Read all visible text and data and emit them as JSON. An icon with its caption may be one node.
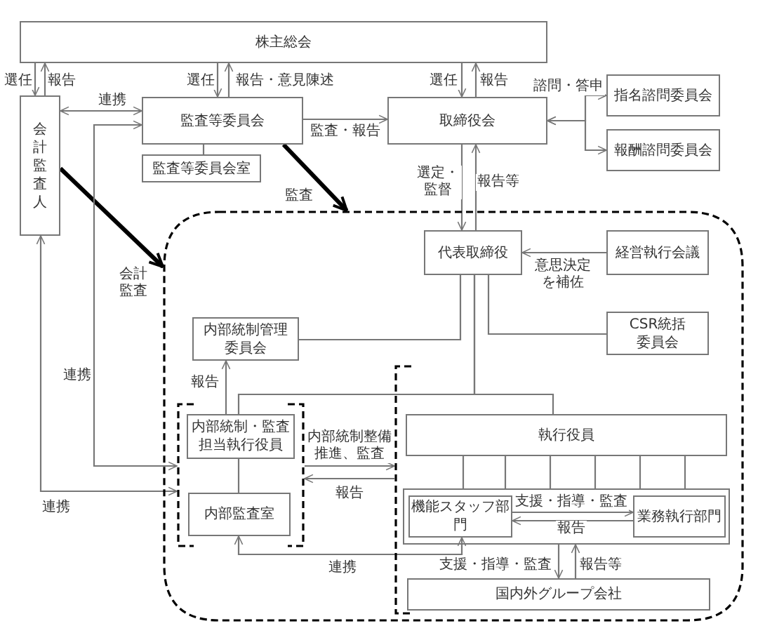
{
  "diagram": {
    "nodes": [
      {
        "text": [
          "株主総会"
        ]
      },
      {
        "text": [
          "会計監査人"
        ]
      },
      {
        "text": [
          "監査等委員会"
        ]
      },
      {
        "text": [
          "監査等委員会室"
        ]
      },
      {
        "text": [
          "取締役会"
        ]
      },
      {
        "text": [
          "指名諮問委員会"
        ]
      },
      {
        "text": [
          "報酬諮問委員会"
        ]
      },
      {
        "text": [],
        "shape": "box"
      },
      {
        "text": [
          "代表取締役"
        ],
        "in": 7
      },
      {
        "text": [
          "経営執行会議"
        ],
        "in": 7
      },
      {
        "text": [
          "CSR統括委員会"
        ],
        "in": 7
      },
      {
        "text": [
          "内部統制管理委員会"
        ],
        "in": 7
      },
      {
        "text": [],
        "shape": "bracket",
        "in": 7
      },
      {
        "text": [
          "内部統制・監査担当執行役員"
        ],
        "in": 12
      },
      {
        "text": [
          "内部監査室"
        ],
        "in": 12
      },
      {
        "text": [],
        "shape": "bracket",
        "in": 7
      },
      {
        "text": [
          "執行役員"
        ],
        "in": 15
      },
      {
        "text": [],
        "shape": "box",
        "in": 15
      },
      {
        "text": [
          "機能スタッフ部門"
        ],
        "in": 17
      },
      {
        "text": [
          "業務執行部門"
        ],
        "in": 17
      },
      {
        "text": [
          "国内外グループ会社"
        ],
        "in": 15
      }
    ],
    "edges": [
      {
        "from": 0,
        "to": 1,
        "arrow": "to",
        "label": "選任"
      },
      {
        "from": 1,
        "to": 0,
        "arrow": "to",
        "label": "報告"
      },
      {
        "from": 0,
        "to": 2,
        "arrow": "to",
        "label": "選任"
      },
      {
        "from": 2,
        "to": 0,
        "arrow": "to",
        "label": "報告・意見陳述"
      },
      {
        "from": 0,
        "to": 4,
        "arrow": "to",
        "label": "選任"
      },
      {
        "from": 4,
        "to": 0,
        "arrow": "to",
        "label": "報告"
      },
      {
        "from": 1,
        "to": 2,
        "arrow": "both",
        "label": "連携"
      },
      {
        "from": 2,
        "to": 4,
        "arrow": "to",
        "label": "監査・報告"
      },
      {
        "from": 3,
        "to": 2,
        "arrow": "none"
      },
      {
        "from": 4,
        "to": 5,
        "arrow": "both",
        "label": "諮問・答申"
      },
      {
        "from": 4,
        "to": 6,
        "arrow": "both"
      },
      {
        "from": 2,
        "to": 7,
        "arrow": "to",
        "label": "監査",
        "style": "thick",
        "color": "#000000"
      },
      {
        "from": 1,
        "to": 7,
        "arrow": "to",
        "label": "会計監査",
        "style": "thick",
        "color": "#000000"
      },
      {
        "from": 4,
        "to": 8,
        "arrow": "to",
        "label": "選定・監督"
      },
      {
        "from": 8,
        "to": 4,
        "arrow": "to",
        "label": "報告等"
      },
      {
        "from": 9,
        "to": 8,
        "arrow": "to",
        "label": "意思決定を補佐"
      },
      {
        "from": 8,
        "to": 11,
        "arrow": "none"
      },
      {
        "from": 8,
        "to": 10,
        "arrow": "none"
      },
      {
        "from": 8,
        "to": 16,
        "arrow": "none"
      },
      {
        "from": 8,
        "to": 13,
        "arrow": "none"
      },
      {
        "from": 13,
        "to": 11,
        "arrow": "to",
        "label": "報告"
      },
      {
        "from": 13,
        "to": 14,
        "arrow": "none"
      },
      {
        "from": 2,
        "to": 12,
        "arrow": "both",
        "label": "連携"
      },
      {
        "from": 1,
        "to": 12,
        "arrow": "both",
        "label": "連携"
      },
      {
        "from": 16,
        "to": 17,
        "arrow": "none"
      },
      {
        "from": 16,
        "to": 17,
        "arrow": "none"
      },
      {
        "from": 16,
        "to": 17,
        "arrow": "none"
      },
      {
        "from": 16,
        "to": 17,
        "arrow": "none"
      },
      {
        "from": 16,
        "to": 17,
        "arrow": "none"
      },
      {
        "from": 16,
        "to": 17,
        "arrow": "none"
      },
      {
        "from": 18,
        "to": 19,
        "arrow": "to",
        "label": "支援・指導・監査"
      },
      {
        "from": 19,
        "to": 18,
        "arrow": "to",
        "label": "報告"
      },
      {
        "from": 17,
        "to": 20,
        "arrow": "to",
        "label": "支援・指導・監査"
      },
      {
        "from": 20,
        "to": 17,
        "arrow": "to",
        "label": "報告等"
      },
      {
        "from": 18,
        "to": 14,
        "arrow": "both",
        "label": "連携"
      },
      {
        "from": 12,
        "to": 15,
        "arrow": "to",
        "label": "内部統制整備推進、監査"
      },
      {
        "from": 15,
        "to": 12,
        "arrow": "to",
        "label": "報告"
      }
    ]
  }
}
